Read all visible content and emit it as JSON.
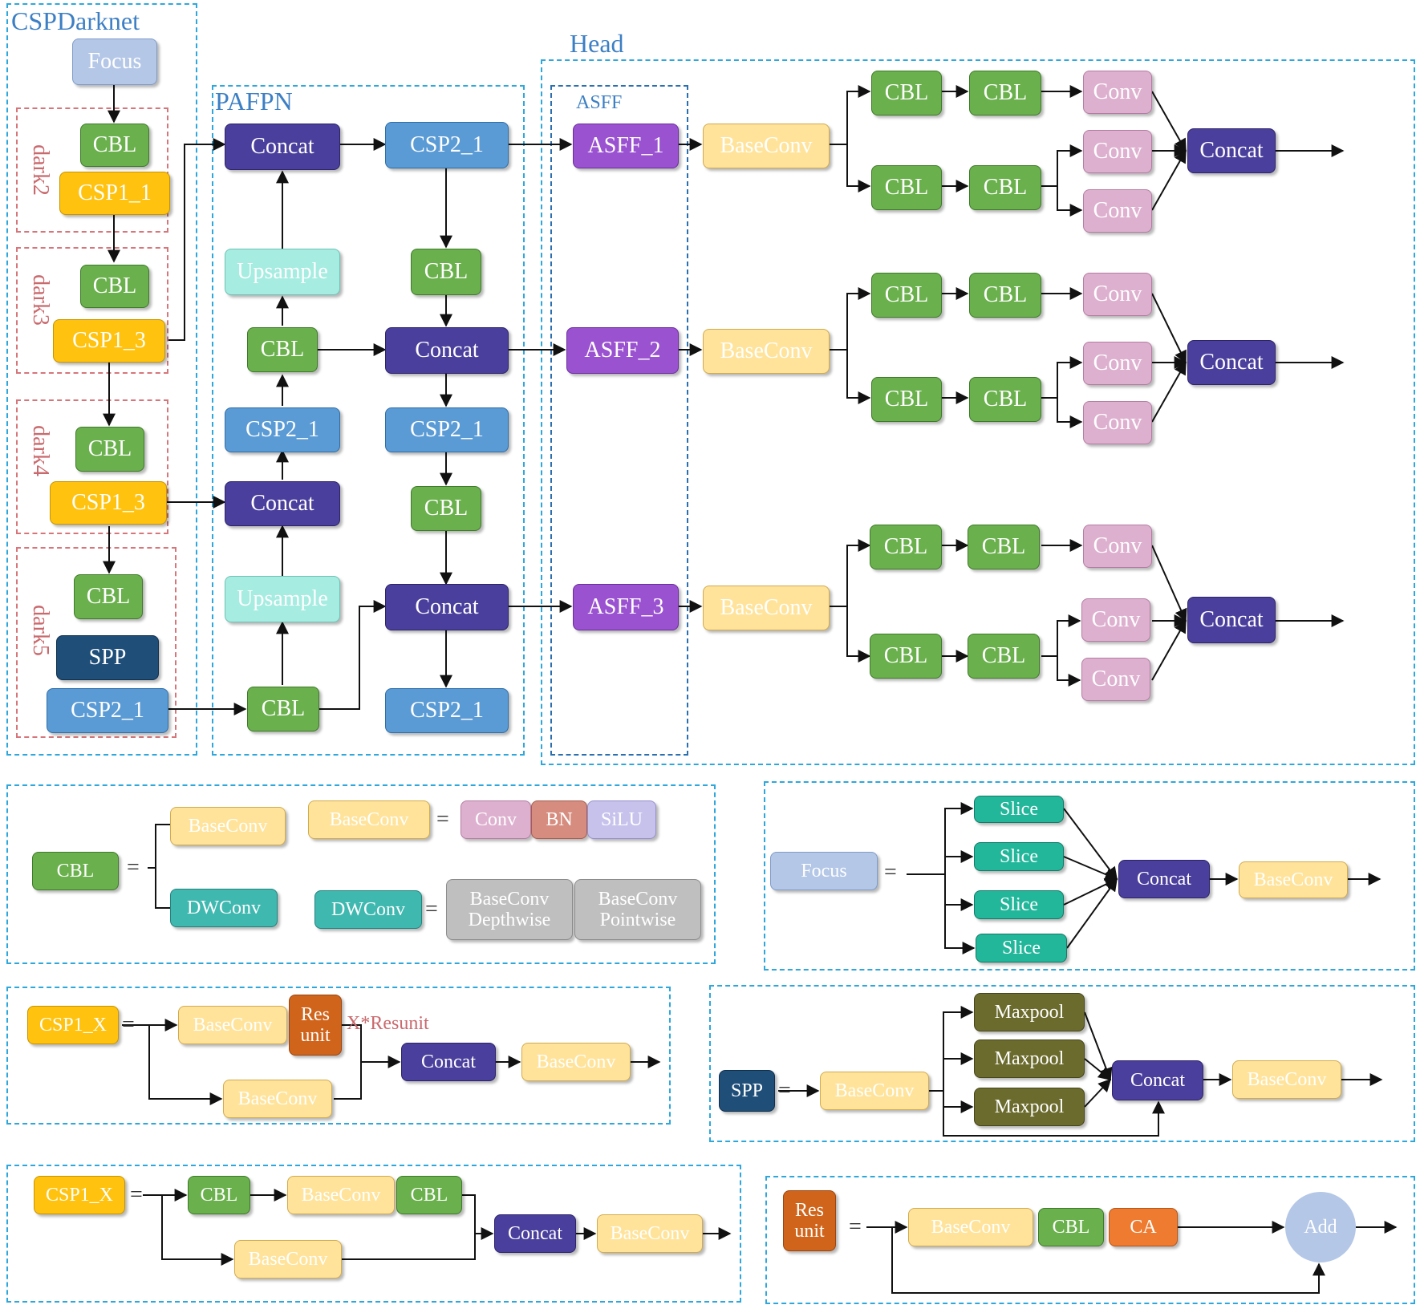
{
  "sections": {
    "cspdarknet": "CSPDarknet",
    "pafpn": "PAFPN",
    "head": "Head",
    "asff": "ASFF"
  },
  "stages": {
    "dark2": "dark2",
    "dark3": "dark3",
    "dark4": "dark4",
    "dark5": "dark5"
  },
  "backbone": {
    "focus": "Focus",
    "dark2_cbl": "CBL",
    "dark2_csp": "CSP1_1",
    "dark3_cbl": "CBL",
    "dark3_csp": "CSP1_3",
    "dark4_cbl": "CBL",
    "dark4_csp": "CSP1_3",
    "dark5_cbl": "CBL",
    "dark5_spp": "SPP",
    "dark5_csp": "CSP2_1"
  },
  "pafpn": {
    "concat_top": "Concat",
    "upsample_1": "Upsample",
    "cbl_1": "CBL",
    "csp_1": "CSP2_1",
    "concat_mid": "Concat",
    "upsample_2": "Upsample",
    "cbl_bottom": "CBL",
    "csp_r1": "CSP2_1",
    "cbl_r1": "CBL",
    "concat_r2": "Concat",
    "csp_r2": "CSP2_1",
    "cbl_r2": "CBL",
    "concat_r3": "Concat",
    "csp_r3": "CSP2_1"
  },
  "head": {
    "asff": [
      "ASFF_1",
      "ASFF_2",
      "ASFF_3"
    ],
    "baseconv": "BaseConv",
    "cbl": "CBL",
    "conv": "Conv",
    "concat": "Concat"
  },
  "legend_cbl": {
    "cbl": "CBL",
    "eq": "=",
    "baseconv": "BaseConv",
    "dwconv": "DWConv",
    "conv": "Conv",
    "bn": "BN",
    "silu": "SiLU",
    "depthwise": "BaseConv Depthwise",
    "pointwise": "BaseConv Pointwise"
  },
  "legend_focus": {
    "focus": "Focus",
    "eq": "=",
    "slice": "Slice",
    "concat": "Concat",
    "baseconv": "BaseConv"
  },
  "legend_csp1": {
    "name": "CSP1_X",
    "eq": "=",
    "baseconv": "BaseConv",
    "res_unit": "Res unit",
    "note": "X*Resunit",
    "concat": "Concat"
  },
  "legend_spp": {
    "spp": "SPP",
    "eq": "=",
    "baseconv": "BaseConv",
    "maxpool": "Maxpool",
    "concat": "Concat"
  },
  "legend_csp2": {
    "name": "CSP1_X",
    "eq": "=",
    "cbl": "CBL",
    "baseconv": "BaseConv",
    "concat": "Concat"
  },
  "legend_res": {
    "res_unit": "Res unit",
    "eq": "=",
    "baseconv": "BaseConv",
    "cbl": "CBL",
    "ca": "CA",
    "add": "Add"
  }
}
